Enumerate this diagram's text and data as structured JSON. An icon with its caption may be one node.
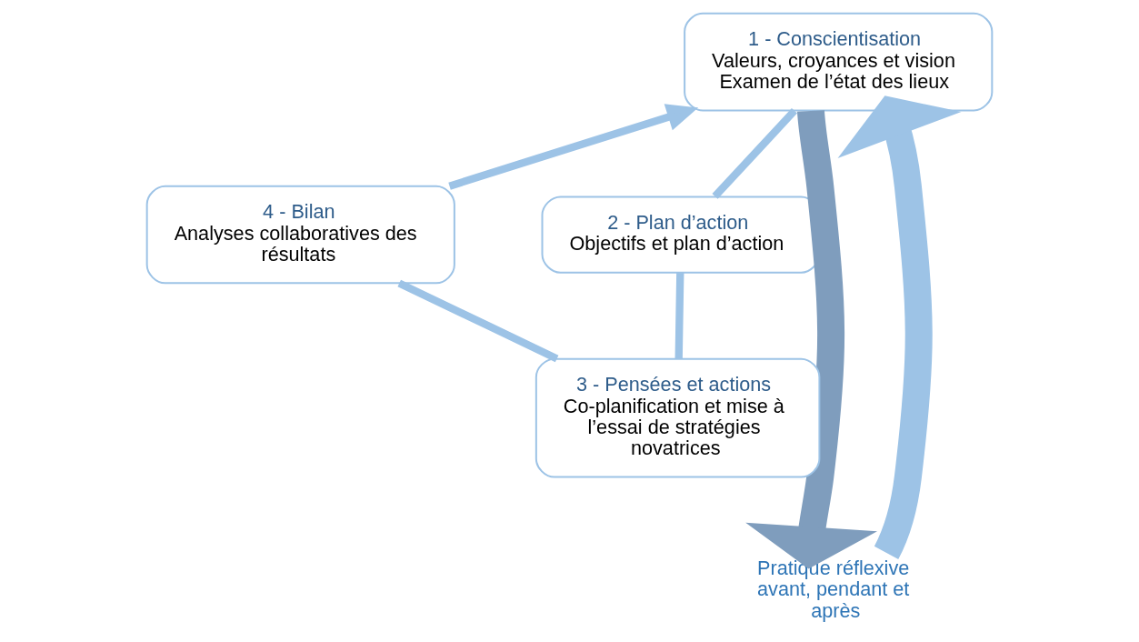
{
  "diagram": {
    "nodes": [
      {
        "text": [
          "1 - Conscientisation",
          "Valeurs, croyances et vision",
          "Examen de l’état des lieux"
        ]
      },
      {
        "text": [
          "2 - Plan d’action",
          "Objectifs et plan d’action"
        ]
      },
      {
        "text": [
          "3 - Pensées et actions",
          "Co-planification et mise à l’essai de stratégies novatrices"
        ]
      },
      {
        "text": [
          "4 - Bilan",
          "Analyses collaboratives des résultats"
        ]
      },
      {
        "text": [
          "Pratique réflexive avant, pendant et après"
        ]
      }
    ],
    "edges": [
      {
        "from": 0,
        "to": 1,
        "arrow": "none"
      },
      {
        "from": 1,
        "to": 2,
        "arrow": "none"
      },
      {
        "from": 2,
        "to": 3,
        "arrow": "none"
      },
      {
        "from": 3,
        "to": 0,
        "arrow": "to"
      },
      {
        "from": 4,
        "to": 0,
        "arrow": "to",
        "style": "thick"
      },
      {
        "from": 0,
        "to": 4,
        "arrow": "to",
        "style": "thick",
        "color": "#7f9dbd"
      }
    ]
  }
}
